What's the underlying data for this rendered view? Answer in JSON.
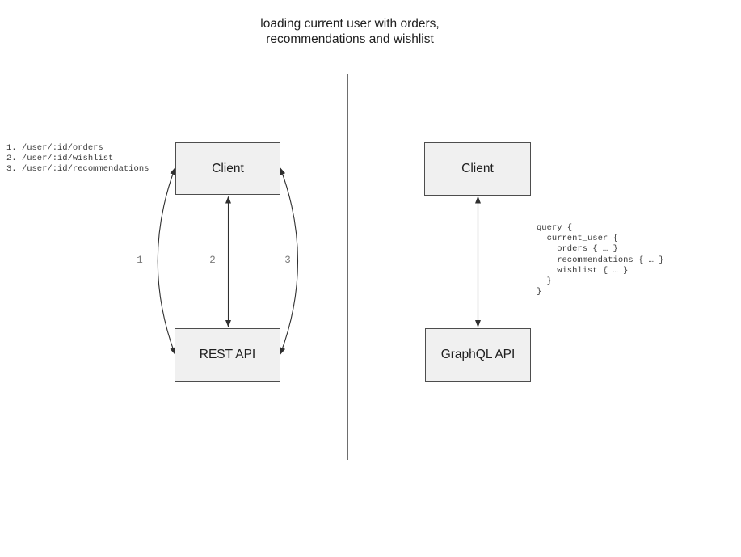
{
  "title": "loading current user with orders,\nrecommendations and wishlist",
  "left": {
    "client_label": "Client",
    "api_label": "REST API",
    "endpoints": [
      "1. /user/:id/orders",
      "2. /user/:id/wishlist",
      "3. /user/:id/recommendations"
    ],
    "arrow_labels": [
      "1",
      "2",
      "3"
    ]
  },
  "right": {
    "client_label": "Client",
    "api_label": "GraphQL API",
    "query_lines": [
      "query {",
      "  current_user {",
      "    orders { … }",
      "    recommendations { … }",
      "    wishlist { … }",
      "  }",
      "}"
    ]
  },
  "colors": {
    "box-fill": "#f0f0f0",
    "box-border": "#4d4d4d",
    "arrow": "#2f2f2f",
    "divider": "#6e6e6e",
    "code-text": "#3c3c3c",
    "label-gray": "#7a7a7a"
  }
}
